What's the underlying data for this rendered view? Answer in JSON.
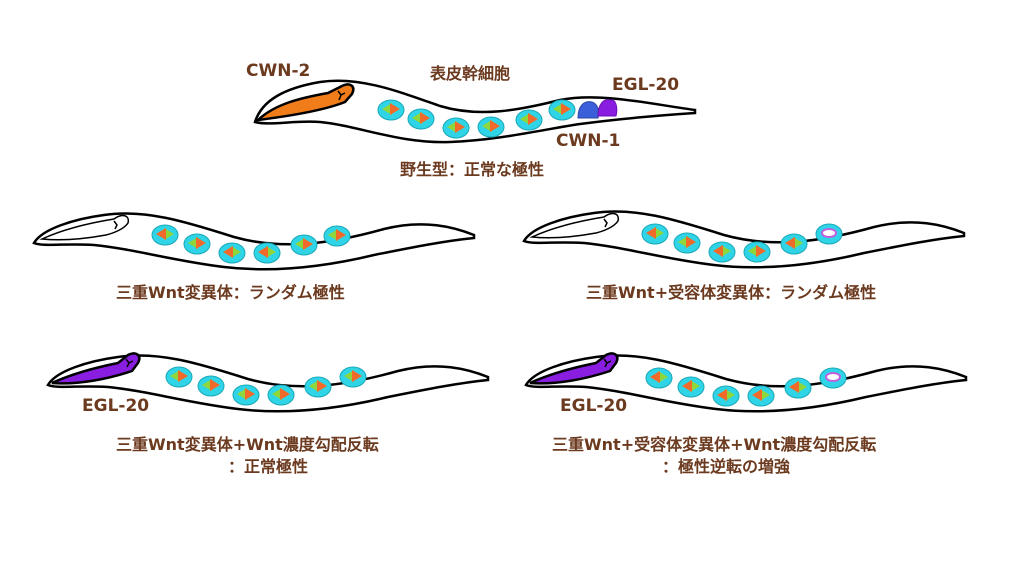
{
  "colors": {
    "label_text": "#6b3a1f",
    "cwn2": "#f07d1a",
    "egl20": "#8a1ee0",
    "cwn1": "#3a5fd8",
    "cell_fill": "#2fd4e6",
    "arrow_orange": "#f26a2a",
    "arrow_green": "#8fd63a",
    "outline": "#000000"
  },
  "wild_type": {
    "labels": {
      "cwn2": "CWN-2",
      "stem_cell": "表皮幹細胞",
      "egl20": "EGL-20",
      "cwn1": "CWN-1"
    },
    "caption": "野生型：正常な極性"
  },
  "panels": [
    {
      "id": "triple-wnt",
      "caption_line1": "三重Wnt変異体：ランダム極性",
      "caption_line2": "",
      "source_label": ""
    },
    {
      "id": "triple-wnt-receptor",
      "caption_line1": "三重Wnt+受容体変異体：ランダム極性",
      "caption_line2": "",
      "source_label": ""
    },
    {
      "id": "triple-wnt-reversed",
      "caption_line1": "三重Wnt変異体+Wnt濃度勾配反転",
      "caption_line2": "：正常極性",
      "source_label": "EGL-20"
    },
    {
      "id": "triple-wnt-receptor-reversed",
      "caption_line1": "三重Wnt+受容体変異体+Wnt濃度勾配反転",
      "caption_line2": "：極性逆転の増強",
      "source_label": "EGL-20"
    }
  ]
}
